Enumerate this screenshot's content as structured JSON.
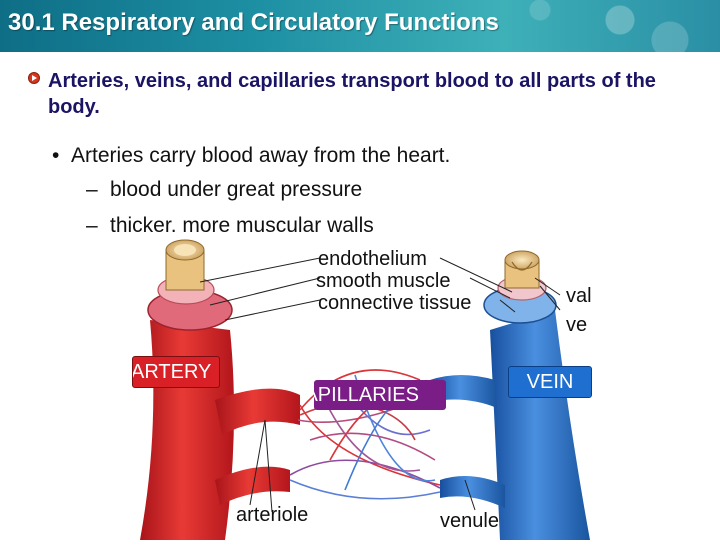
{
  "slide": {
    "title": "30.1 Respiratory and Circulatory Functions",
    "heading": "Arteries, veins, and capillaries transport blood to all parts of the body.",
    "bullet": "Arteries carry blood away from the heart.",
    "subpoints": [
      "blood under great pressure",
      "thicker. more muscular walls"
    ]
  },
  "diagram": {
    "labels": {
      "endothelium": "endothelium",
      "smooth_muscle": "smooth muscle",
      "connective_tissue": "connective tissue",
      "valve_line1": "val",
      "valve_line2": "ve",
      "artery": "ARTERY",
      "capillaries": "CAPILLARIES",
      "vein": "VEIN",
      "arteriole": "arteriole",
      "venule": "venule"
    }
  },
  "colors": {
    "title_bar": "#1d8fa3",
    "heading": "#1b1464",
    "artery_red": "#d92027",
    "vein_blue": "#1f6fd0",
    "capillary_purple": "#7a1d86"
  }
}
